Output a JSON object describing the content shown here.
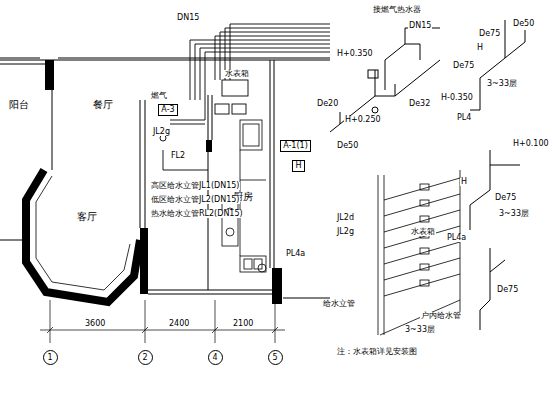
{
  "diagram": {
    "nodes": [
      {
        "text": [
          "A-3"
        ]
      },
      {
        "text": [
          "A-1(1)"
        ]
      },
      {
        "text": [
          "H"
        ]
      },
      {
        "text": [
          "1"
        ]
      },
      {
        "text": [
          "2"
        ]
      },
      {
        "text": [
          "4"
        ]
      },
      {
        "text": [
          "5"
        ]
      }
    ],
    "labels": [
      "阳台",
      "餐厅",
      "客厅",
      "厨房",
      "DN15",
      "水表箱",
      "燃气",
      "JL2g",
      "FL2",
      "高区给水立管JL1(DN15)",
      "低区给水立管JL2(DN15)",
      "热水给水立管RL2(DN15)",
      "PL4a",
      "接燃气热水器",
      "H+0.350",
      "DN15",
      "De32",
      "H+0.250",
      "De50",
      "De20",
      "De75",
      "De50",
      "De75",
      "3~33层",
      "H-0.350",
      "PL4",
      "H+0.100",
      "De75",
      "3~33层",
      "PL4a",
      "H",
      "H",
      "De75",
      "JL2d",
      "JL2g",
      "给水立管",
      "水表箱",
      "户内给水管",
      "3~33层",
      "注：水表箱详见安装图",
      "3600",
      "2400",
      "2100"
    ]
  }
}
